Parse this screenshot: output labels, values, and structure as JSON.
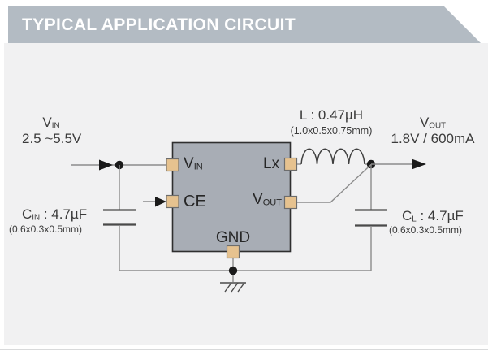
{
  "header": {
    "title": "TYPICAL APPLICATION CIRCUIT"
  },
  "input": {
    "name": {
      "main": "V",
      "sub": "IN"
    },
    "range": "2.5 ~5.5V"
  },
  "output": {
    "name": {
      "main": "V",
      "sub": "OUT"
    },
    "rating": "1.8V / 600mA"
  },
  "inductor": {
    "value": "L : 0.47µH",
    "size": "(1.0x0.5x0.75mm)"
  },
  "cap_in": {
    "name": {
      "main": "C",
      "sub": "IN"
    },
    "value": " : 4.7µF",
    "size": "(0.6x0.3x0.5mm)"
  },
  "cap_out": {
    "name": {
      "main": "C",
      "sub": "L"
    },
    "value": " : 4.7µF",
    "size": "(0.6x0.3x0.5mm)"
  },
  "chip": {
    "pin_vin": {
      "main": "V",
      "sub": "IN"
    },
    "pin_ce": {
      "main": "CE"
    },
    "pin_lx": {
      "main": "Lx"
    },
    "pin_vout": {
      "main": "V",
      "sub": "OUT"
    },
    "pin_gnd": {
      "main": "GND"
    }
  },
  "colors": {
    "banner-bg": "#b3bbc3",
    "page-bg": "#f1f1f2",
    "chip-fill": "#a8adb5",
    "chip-border": "#2f2f2f",
    "pin-fill": "#e6c28f",
    "pin-border": "#6d6d6d",
    "wire": "#8c8c8c",
    "ink": "#3b3b3b",
    "black": "#1a1a1a",
    "title": "#ffffff"
  }
}
